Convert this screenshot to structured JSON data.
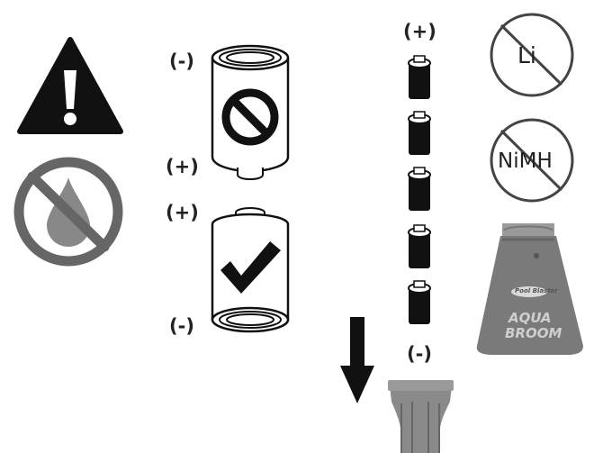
{
  "labels": {
    "wrong_cell_top": "(-)",
    "wrong_cell_bottom": "(+)",
    "right_cell_top": "(+)",
    "right_cell_bottom": "(-)",
    "stack_top": "(+)",
    "stack_bottom": "(-)",
    "no_li": "Li",
    "no_nimh": "NiMH",
    "brand_small": "Pool Blaster",
    "product_name_1": "AQUA",
    "product_name_2": "BROOM"
  },
  "icons": {
    "warning": "warning-triangle-icon",
    "no_water": "no-water-drop-icon",
    "wrong_orientation": "prohibited-icon",
    "correct_orientation": "checkmark-icon",
    "down_arrow": "down-arrow-icon"
  },
  "colors": {
    "ink": "#111111",
    "prohibit_ring": "#666666",
    "drop": "#888888",
    "device": "#7a7a7a"
  }
}
